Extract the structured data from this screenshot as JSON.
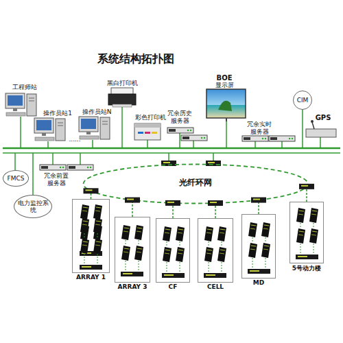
{
  "diagram": {
    "title": "系统结构拓扑图",
    "nodes": [
      {
        "text": [
          "CIM"
        ]
      },
      {
        "text": [
          "FMCS"
        ]
      },
      {
        "text": [
          "电力监控系统"
        ]
      },
      {
        "text": [
          "光纤环网"
        ]
      },
      {
        "text": [
          "ARRAY 1"
        ]
      },
      {
        "text": [
          "ARRAY 3"
        ]
      },
      {
        "text": [
          "CF"
        ]
      },
      {
        "text": [
          "CELL"
        ]
      },
      {
        "text": [
          "MD"
        ]
      },
      {
        "text": [
          "5号动力楼"
        ]
      }
    ],
    "edges": [
      {
        "from": 4,
        "to": 3,
        "arrow": "none"
      },
      {
        "from": 5,
        "to": 3,
        "arrow": "none"
      },
      {
        "from": 6,
        "to": 3,
        "arrow": "none"
      },
      {
        "from": 7,
        "to": 3,
        "arrow": "none"
      },
      {
        "from": 8,
        "to": 3,
        "arrow": "none"
      },
      {
        "from": 9,
        "to": 3,
        "arrow": "none"
      }
    ],
    "labels": [
      "工程师站",
      "操作员站1",
      "......",
      "操作员站N",
      "黑白打印机",
      "彩色打印机",
      "冗余历史服务器",
      "BOE",
      "显示屏",
      "冗余实时服务器",
      "GPS",
      "冗余前置服务器"
    ]
  }
}
